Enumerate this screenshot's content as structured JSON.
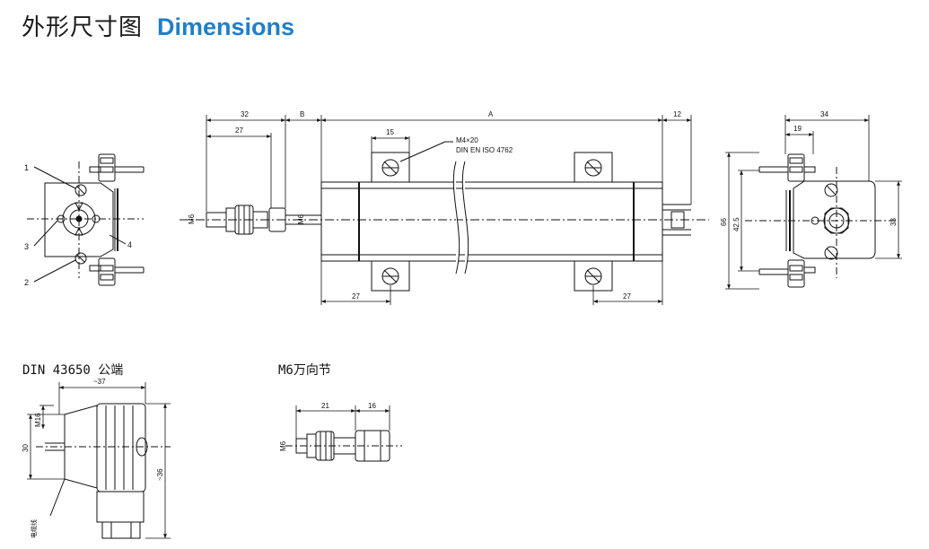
{
  "title": {
    "cn": "外形尺寸图",
    "en": "Dimensions"
  },
  "labels": {
    "connector_title": "DIN 43650 公端",
    "joint_title": "M6万向节",
    "callouts": [
      "1",
      "2",
      "3",
      "4"
    ],
    "thread_note": [
      "M4×20",
      "DIN EN ISO 4762"
    ],
    "main_dims": {
      "d32": "32",
      "d27a": "27",
      "dB": "B",
      "dA": "A",
      "d12": "12",
      "d15": "15",
      "d27b": "27",
      "d27c": "27",
      "m6a": "M6",
      "m6b": "M6"
    },
    "side_dims": {
      "d34": "34",
      "d19": "19",
      "d66": "66",
      "d42": "42.5",
      "d33": "33"
    },
    "conn_dims": {
      "d37": "~37",
      "m16": "M16",
      "d30": "30",
      "d36": "~36",
      "wire": "电缆线"
    },
    "joint_dims": {
      "d21": "21",
      "d16": "16",
      "m6": "M6"
    }
  }
}
